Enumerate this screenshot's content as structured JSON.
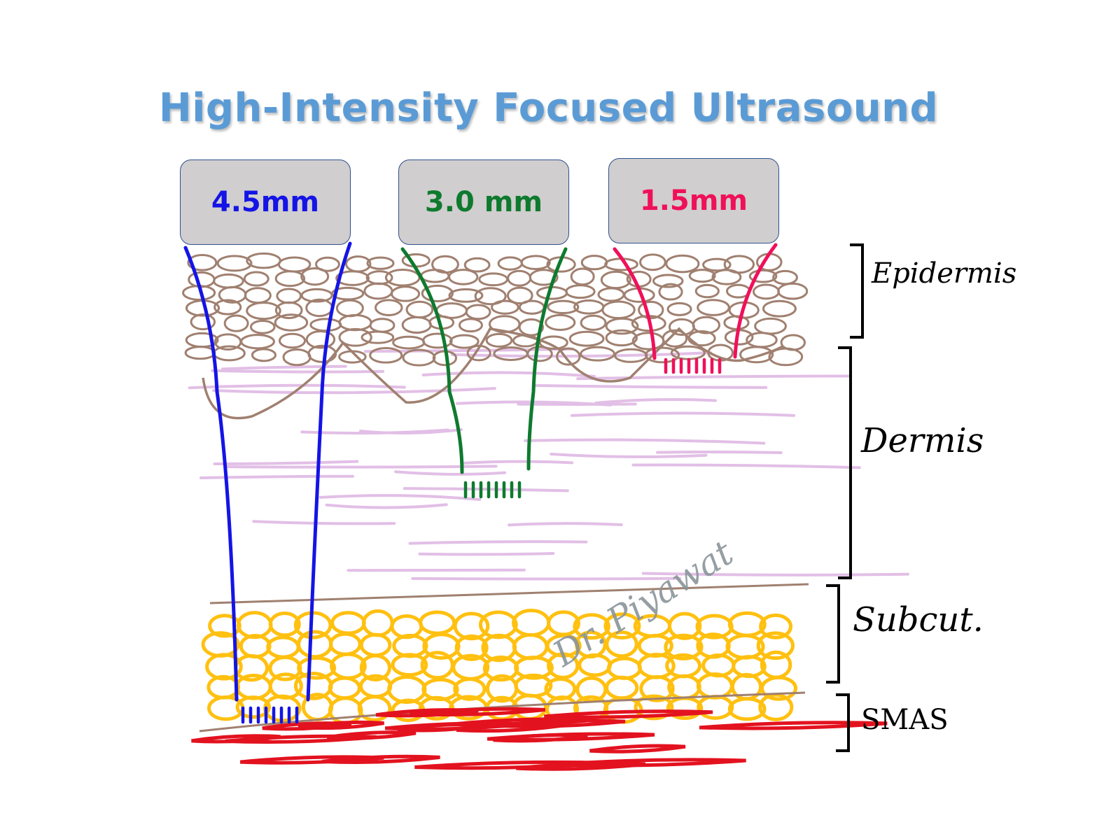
{
  "title": "High-Intensity Focused Ultrasound",
  "depths": [
    {
      "label": "4.5mm",
      "color": "#1414e6"
    },
    {
      "label": "3.0 mm",
      "color": "#0e7a2e"
    },
    {
      "label": "1.5mm",
      "color": "#f0105a"
    }
  ],
  "layers": [
    {
      "label": "Epidermis",
      "color": "#a08070"
    },
    {
      "label": "Dermis",
      "color": "#e2bfe6"
    },
    {
      "label": "Subcut.",
      "color": "#ffc010"
    },
    {
      "label": "SMAS",
      "color": "#e3121f"
    }
  ],
  "watermark": "Dr. Piyawat"
}
